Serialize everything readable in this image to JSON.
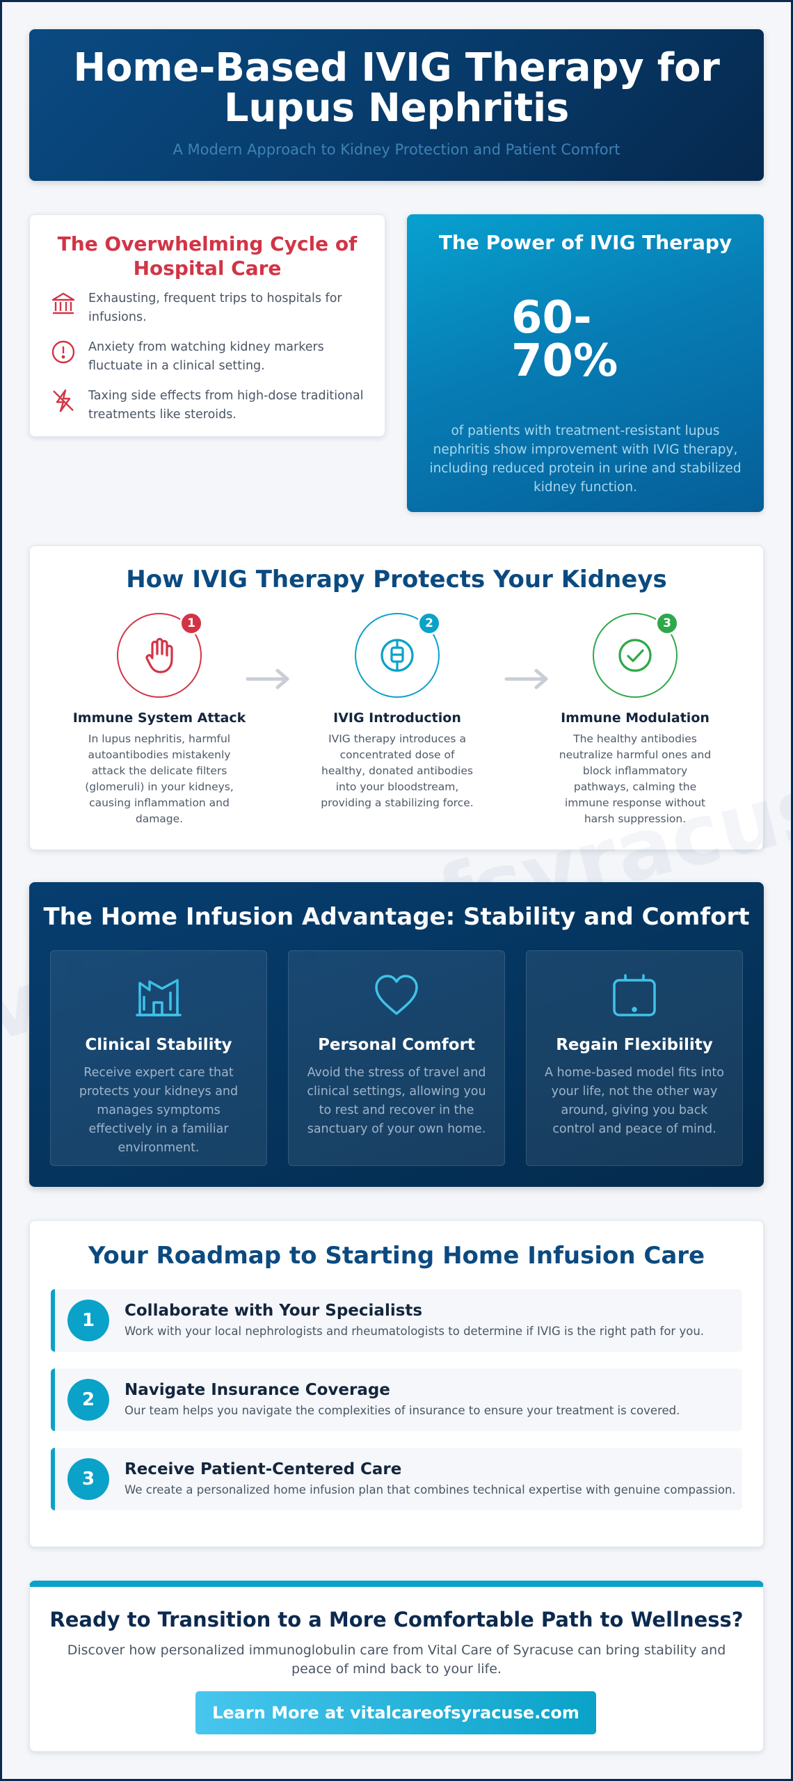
{
  "header": {
    "title": "Home-Based IVIG Therapy for Lupus Nephritis",
    "subtitle": "A Modern Approach to Kidney Protection and Patient Comfort"
  },
  "cycle": {
    "title": "The Overwhelming Cycle of Hospital Care",
    "items": [
      {
        "icon": "hospital-icon",
        "text": "Exhausting, frequent trips to hospitals for infusions."
      },
      {
        "icon": "alert-icon",
        "text": "Anxiety from watching kidney markers fluctuate in a clinical setting."
      },
      {
        "icon": "side-effects-icon",
        "text": "Taxing side effects from high-dose traditional treatments like steroids."
      }
    ]
  },
  "power": {
    "title": "The Power of IVIG Therapy",
    "stat": "60-70%",
    "description": "of patients with treatment-resistant lupus nephritis show improvement with IVIG therapy, including reduced protein in urine and stabilized kidney function."
  },
  "how": {
    "title": "How IVIG Therapy Protects Your Kidneys",
    "steps": [
      {
        "number": "1",
        "title": "Immune System Attack",
        "text": "In lupus nephritis, harmful autoantibodies mistakenly attack the delicate filters (glomeruli) in your kidneys, causing inflammation and damage.",
        "color": "#d23446",
        "icon": "hand-stop-icon"
      },
      {
        "number": "2",
        "title": "IVIG Introduction",
        "text": "IVIG therapy introduces a concentrated dose of healthy, donated antibodies into your bloodstream, providing a stabilizing force.",
        "color": "#0aa2c8",
        "icon": "iv-bag-icon"
      },
      {
        "number": "3",
        "title": "Immune Modulation",
        "text": "The healthy antibodies neutralize harmful ones and block inflammatory pathways, calming the immune response without harsh suppression.",
        "color": "#2ea84a",
        "icon": "check-circle-icon"
      }
    ]
  },
  "advantage": {
    "title": "The Home Infusion Advantage: Stability and Comfort",
    "tiles": [
      {
        "icon": "building-icon",
        "title": "Clinical Stability",
        "text": "Receive expert care that protects your kidneys and manages symptoms effectively in a familiar environment."
      },
      {
        "icon": "heart-icon",
        "title": "Personal Comfort",
        "text": "Avoid the stress of travel and clinical settings, allowing you to rest and recover in the sanctuary of your own home."
      },
      {
        "icon": "tablet-icon",
        "title": "Regain Flexibility",
        "text": "A home-based model fits into your life, not the other way around, giving you back control and peace of mind."
      }
    ]
  },
  "roadmap": {
    "title": "Your Roadmap to Starting Home Infusion Care",
    "steps": [
      {
        "number": "1",
        "title": "Collaborate with Your Specialists",
        "text": "Work with your local nephrologists and rheumatologists to determine if IVIG is the right path for you."
      },
      {
        "number": "2",
        "title": "Navigate Insurance Coverage",
        "text": "Our team helps you navigate the complexities of insurance to ensure your treatment is covered."
      },
      {
        "number": "3",
        "title": "Receive Patient-Centered Care",
        "text": "We create a personalized home infusion plan that combines technical expertise with genuine compassion."
      }
    ]
  },
  "cta": {
    "title": "Ready to Transition to a More Comfortable Path to Wellness?",
    "text": "Discover how personalized immunoglobulin care from Vital Care of Syracuse can bring stability and peace of mind back to your life.",
    "button": "Learn More at vitalcareofsyracuse.com"
  },
  "watermark": "vitalcareofsyracuse.com",
  "colors": {
    "navy": "#0b4a80",
    "alert_red": "#d23446",
    "teal": "#0aa2c8",
    "green": "#2ea84a"
  }
}
